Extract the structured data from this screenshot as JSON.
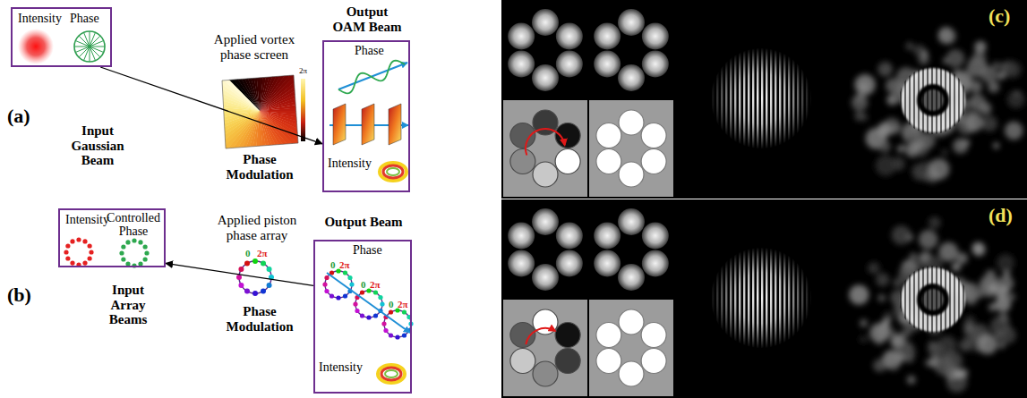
{
  "diagram": {
    "nodes": [
      {
        "text": [
          "Intensity",
          "Phase"
        ]
      },
      {
        "text": [
          "Output OAM Beam",
          "Phase",
          "Intensity"
        ]
      },
      {
        "text": [
          "Intensity",
          "Controlled Phase"
        ]
      },
      {
        "text": [
          "Output Beam",
          "Phase",
          "Intensity"
        ]
      }
    ],
    "edges": [
      {
        "from": 0,
        "to": 1,
        "arrow": "to"
      },
      {
        "from": 3,
        "to": 2,
        "arrow": "to"
      }
    ],
    "labels": [
      "(a)",
      "Input Gaussian Beam",
      "Applied vortex phase screen",
      "Phase Modulation",
      "2π",
      "(b)",
      "Input Array Beams",
      "Applied piston phase array",
      "Phase Modulation",
      "0",
      "2π",
      "0",
      "2π",
      "0",
      "2π",
      "0",
      "2π",
      "(c)",
      "(d)"
    ]
  }
}
